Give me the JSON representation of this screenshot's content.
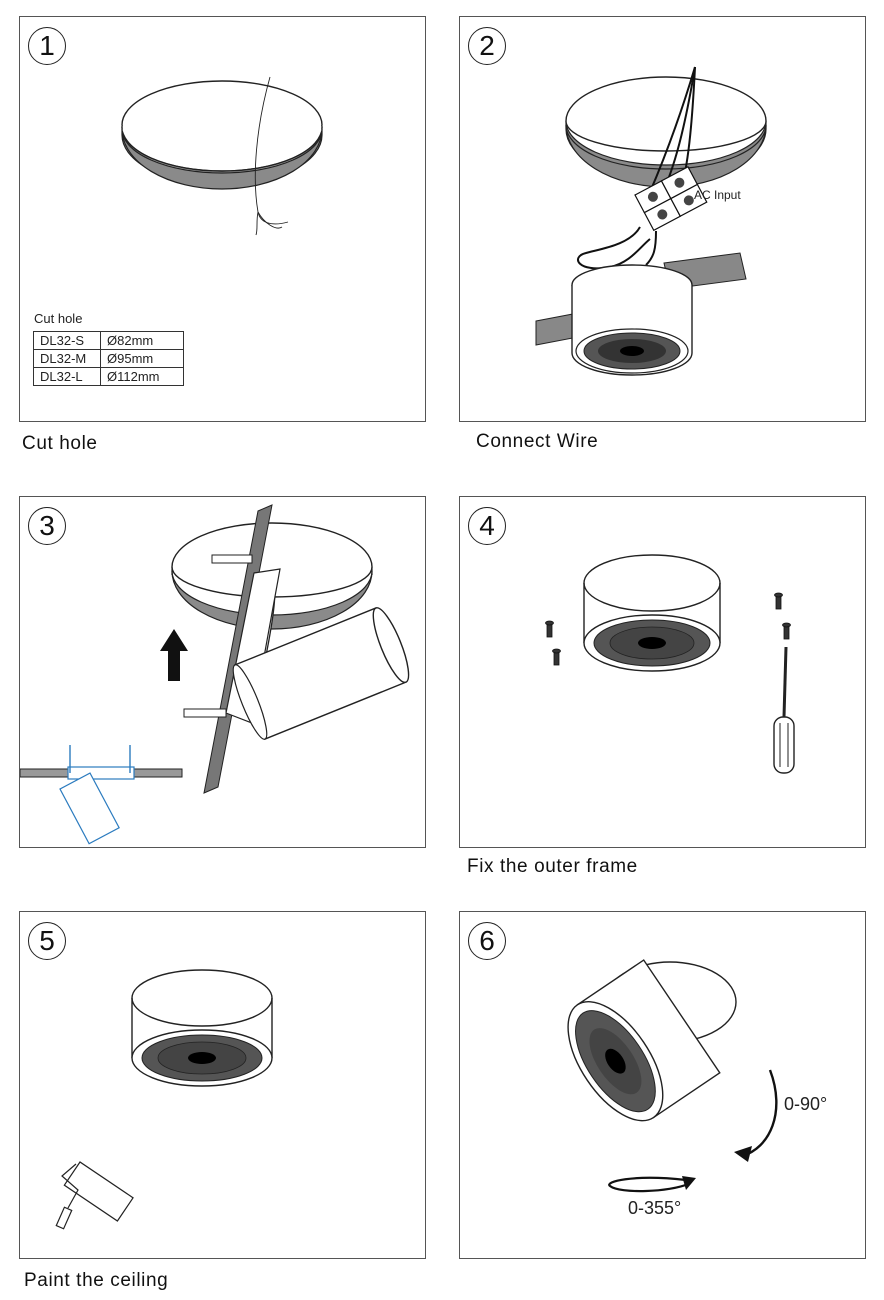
{
  "steps": [
    {
      "number": "1",
      "caption": "Cut hole"
    },
    {
      "number": "2",
      "caption": "Connect Wire"
    },
    {
      "number": "3",
      "caption": ""
    },
    {
      "number": "4",
      "caption": "Fix the outer frame"
    },
    {
      "number": "5",
      "caption": "Paint the ceiling"
    },
    {
      "number": "6",
      "caption": ""
    }
  ],
  "cut_hole_table": {
    "title": "Cut hole",
    "rows": [
      {
        "model": "DL32-S",
        "diameter": "Ø82mm"
      },
      {
        "model": "DL32-M",
        "diameter": "Ø95mm"
      },
      {
        "model": "DL32-L",
        "diameter": "Ø112mm"
      }
    ]
  },
  "labels": {
    "ac_input": "AC Input",
    "tilt_range": "0-90°",
    "rotate_range": "0-355°"
  }
}
